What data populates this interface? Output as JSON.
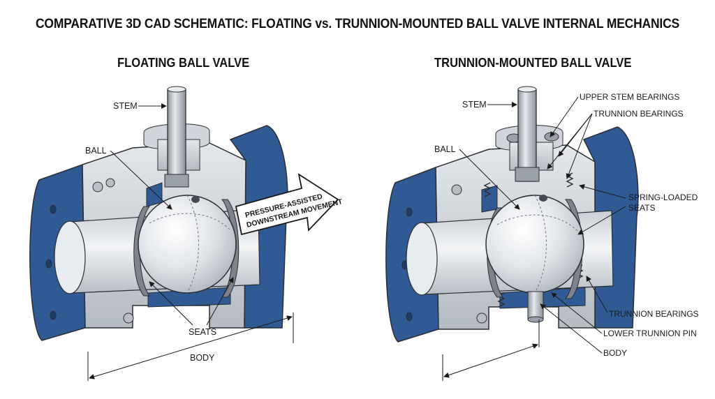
{
  "title": "COMPARATIVE 3D CAD SCHEMATIC: FLOATING vs. TRUNNION-MOUNTED BALL VALVE INTERNAL MECHANICS",
  "colors": {
    "body_blue": "#2f5a93",
    "metal_light": "#d7dbe1",
    "metal_mid": "#aeb4bd",
    "metal_dark": "#6d737c",
    "outline": "#2a2d33"
  },
  "floating": {
    "title": "FLOATING BALL VALVE",
    "labels": {
      "stem": "STEM",
      "ball": "BALL",
      "seats": "SEATS",
      "body": "BODY"
    },
    "arrow_text": [
      "PRESSURE-ASSISTED",
      "DOWNSTREAM MOVEMENT"
    ]
  },
  "trunnion": {
    "title": "TRUNNION-MOUNTED BALL VALVE",
    "labels": {
      "stem": "STEM",
      "ball": "BALL",
      "upper_stem_bearings": "UPPER STEM BEARINGS",
      "trunnion_bearings_top": "TRUNNION BEARINGS",
      "spring_loaded_seats": [
        "SPRING-LOADED",
        "SEATS"
      ],
      "trunnion_bearings_bottom": "TRUNNION BEARINGS",
      "lower_trunnion_pin": "LOWER TRUNNION PIN",
      "body": "BODY"
    }
  }
}
